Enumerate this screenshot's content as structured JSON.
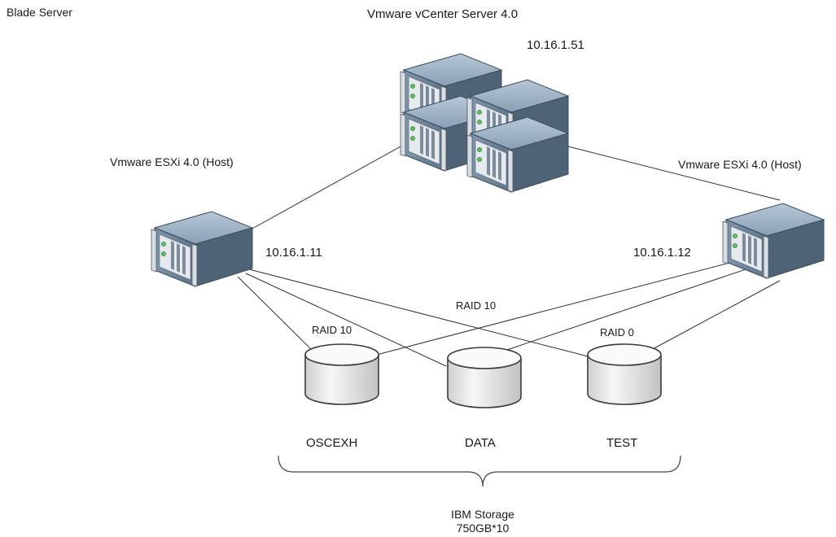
{
  "diagram": {
    "corner_label": "Blade Server",
    "vcenter": {
      "title": "Vmware vCenter Server 4.0",
      "ip": "10.16.1.51"
    },
    "host_left": {
      "title": "Vmware ESXi 4.0 (Host)",
      "ip": "10.16.1.11"
    },
    "host_right": {
      "title": "Vmware ESXi 4.0 (Host)",
      "ip": "10.16.1.12"
    },
    "raid_labels": {
      "oscexh": "RAID 10",
      "data": "RAID 10",
      "test": "RAID 0"
    },
    "disks": [
      {
        "name": "OSCEXH"
      },
      {
        "name": "DATA"
      },
      {
        "name": "TEST"
      }
    ],
    "storage": {
      "line1": "IBM Storage",
      "line2": "750GB*10"
    }
  },
  "colors": {
    "server_top": "#9fb3c6",
    "server_front": "#6d8398",
    "server_side": "#4c5f72",
    "panel": "#e8ecef",
    "led": "#5cc25a",
    "line": "#333333",
    "disk_fill": "#f4f4f4",
    "disk_stroke": "#3c3c3c"
  }
}
